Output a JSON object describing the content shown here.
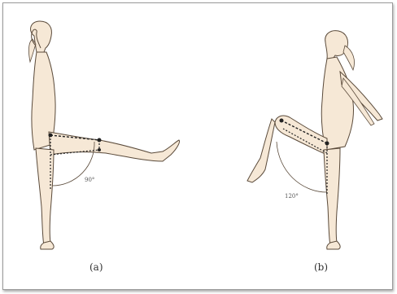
{
  "figure": {
    "panel_a": {
      "caption": "(a)",
      "angle_label": "90°"
    },
    "panel_b": {
      "caption": "(b)",
      "angle_label": "120°"
    }
  },
  "colors": {
    "skin": "#f6e8d6",
    "outline": "#5a4a3a",
    "measure": "#222222",
    "frame_border": "#9a9a9a"
  }
}
